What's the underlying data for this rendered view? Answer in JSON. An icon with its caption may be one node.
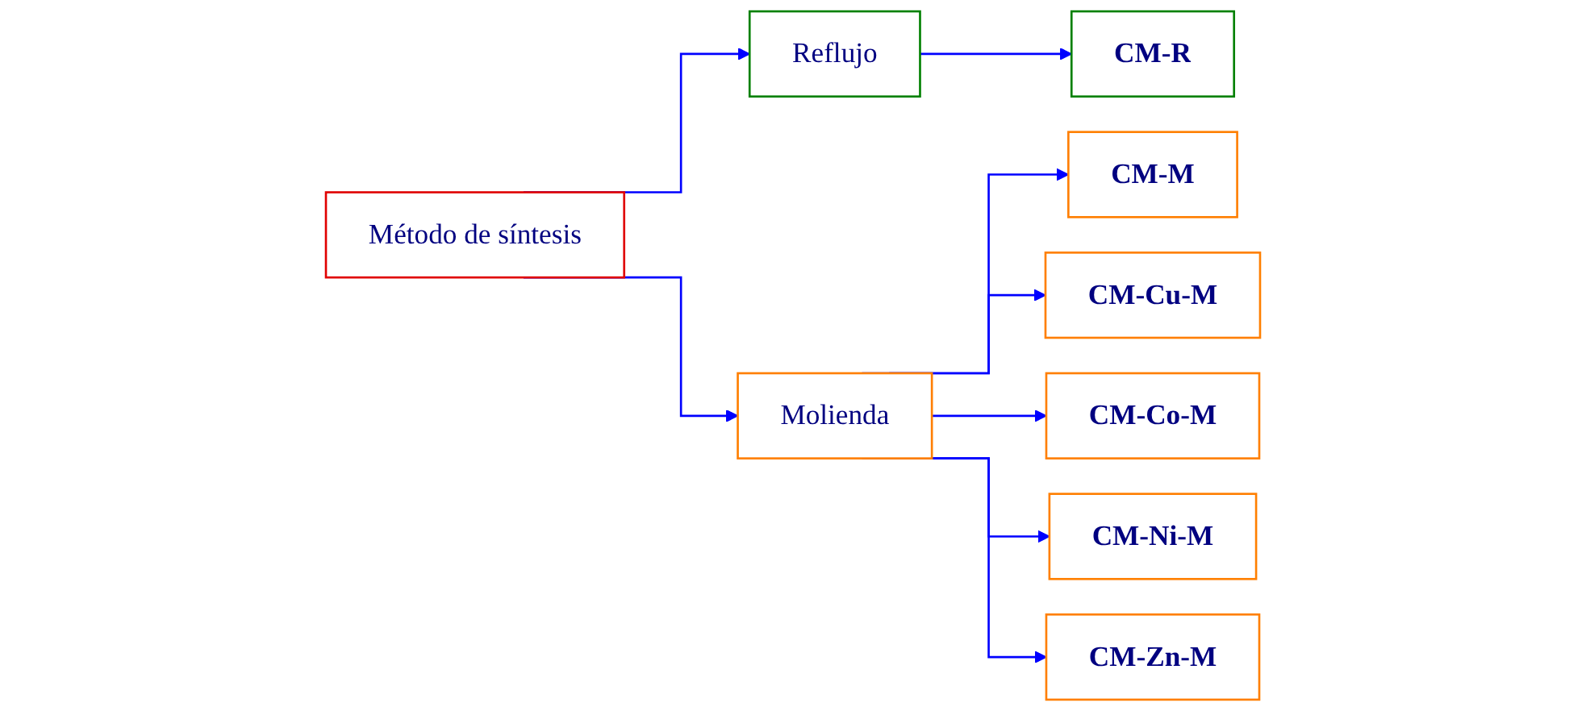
{
  "diagram": {
    "nodes": [
      {
        "text": [
          "Método de síntesis"
        ]
      },
      {
        "text": [
          "Reflujo"
        ]
      },
      {
        "text": [
          "Molienda"
        ]
      },
      {
        "text": [
          "CM-R"
        ]
      },
      {
        "text": [
          "CM-M"
        ]
      },
      {
        "text": [
          "CM-Cu-M"
        ]
      },
      {
        "text": [
          "CM-Co-M"
        ]
      },
      {
        "text": [
          "CM-Ni-M"
        ]
      },
      {
        "text": [
          "CM-Zn-M"
        ]
      }
    ],
    "edges": [
      {
        "from": 0,
        "to": 1,
        "arrow": "to"
      },
      {
        "from": 0,
        "to": 2,
        "arrow": "to"
      },
      {
        "from": 1,
        "to": 3,
        "arrow": "to"
      },
      {
        "from": 2,
        "to": 4,
        "arrow": "to"
      },
      {
        "from": 2,
        "to": 5,
        "arrow": "to"
      },
      {
        "from": 2,
        "to": 6,
        "arrow": "to"
      },
      {
        "from": 2,
        "to": 7,
        "arrow": "to"
      },
      {
        "from": 2,
        "to": 8,
        "arrow": "to"
      }
    ]
  }
}
